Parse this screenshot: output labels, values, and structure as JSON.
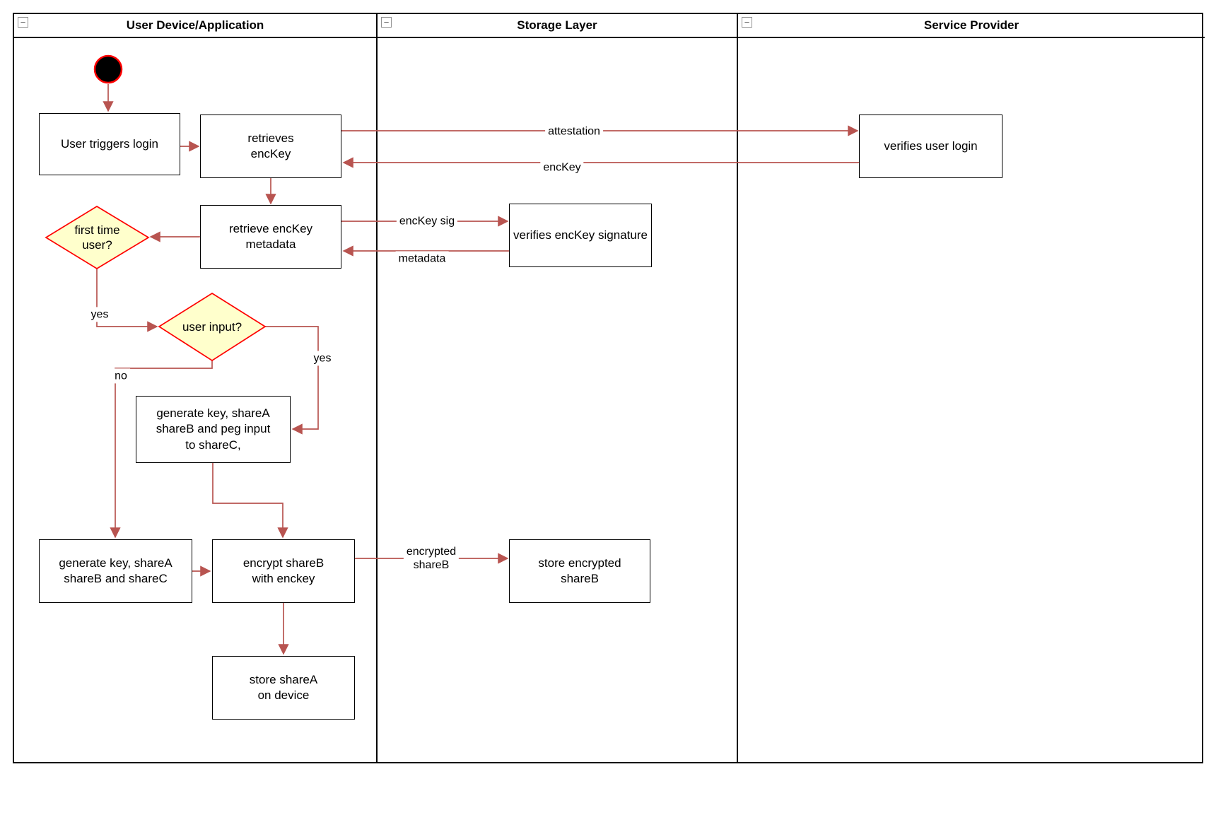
{
  "lanes": [
    {
      "title": "User Device/Application"
    },
    {
      "title": "Storage Layer"
    },
    {
      "title": "Service Provider"
    }
  ],
  "icons": {
    "collapse_glyph": "−"
  },
  "nodes": {
    "user_triggers_login": {
      "label": "User triggers login"
    },
    "retrieves_enckey": {
      "label": "retrieves\nencKey"
    },
    "verifies_user_login": {
      "label": "verifies user login"
    },
    "retrieve_enckey_metadata": {
      "label": "retrieve encKey\nmetadata"
    },
    "verifies_enckey_signature": {
      "label": "verifies encKey signature"
    },
    "first_time_user": {
      "label": "first time\nuser?"
    },
    "user_input": {
      "label": "user input?"
    },
    "generate_key_peg_input": {
      "label": "generate key, shareA\nshareB and peg input\nto shareC,"
    },
    "generate_key_sharec": {
      "label": "generate key, shareA\nshareB and shareC"
    },
    "encrypt_shareb": {
      "label": "encrypt shareB\nwith enckey"
    },
    "store_encrypted_shareb": {
      "label": "store encrypted\nshareB"
    },
    "store_sharea_on_device": {
      "label": "store shareA\non device"
    }
  },
  "edge_labels": {
    "attestation": "attestation",
    "enckey": "encKey",
    "enckey_sig": "encKey sig",
    "metadata": "metadata",
    "first_time_yes": "yes",
    "user_input_yes": "yes",
    "user_input_no": "no",
    "encrypted_shareb": "encrypted\nshareB"
  },
  "colors": {
    "arrow": "#b85450",
    "decision_fill": "#ffffcc",
    "decision_border": "#ff0000",
    "node_border": "#000000",
    "lane_border": "#000000",
    "start_node_fill": "#000000",
    "start_node_ring": "#ff0000",
    "text": "#000000",
    "background": "#ffffff"
  }
}
